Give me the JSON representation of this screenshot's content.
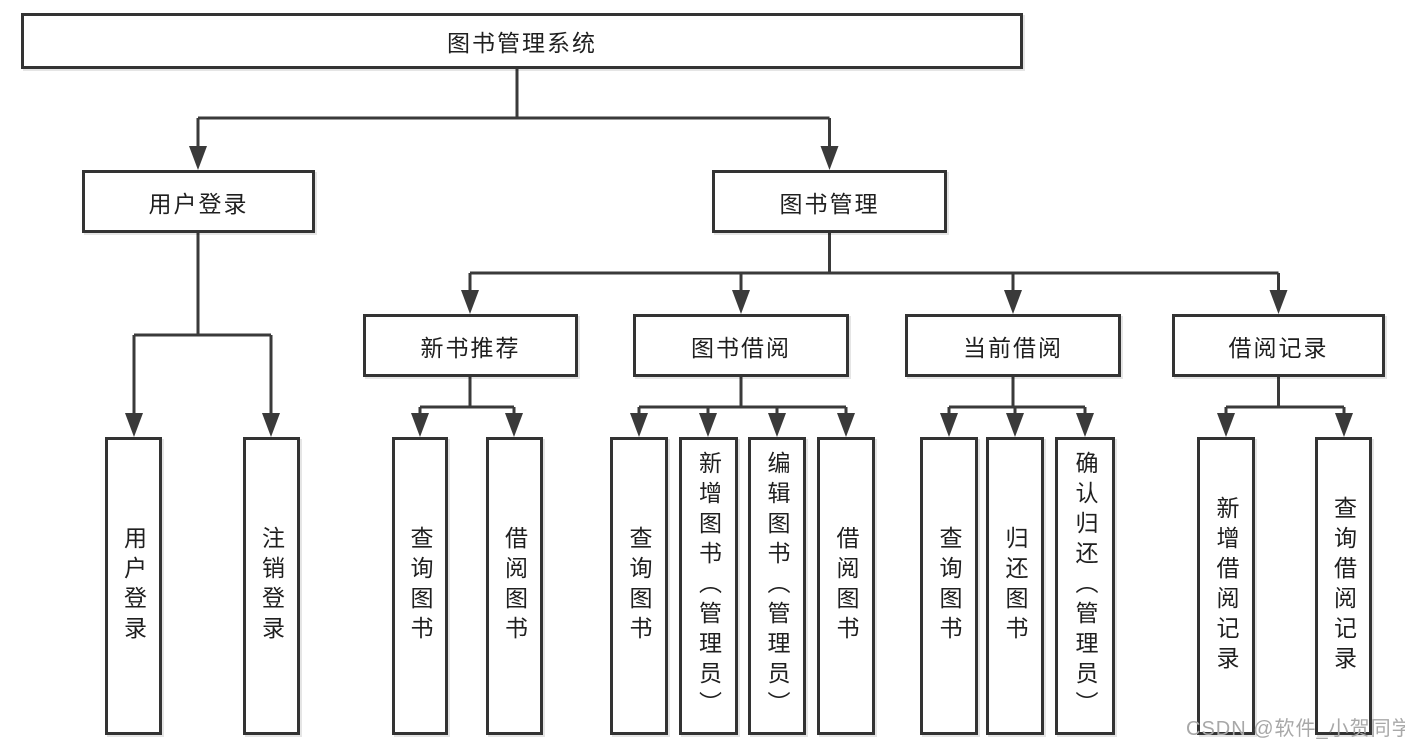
{
  "diagram_title": "图书管理系统",
  "nodes": {
    "root": {
      "label": "图书管理系统"
    },
    "user_login": {
      "label": "用户登录"
    },
    "book_mgmt": {
      "label": "图书管理"
    },
    "new_book_rec": {
      "label": "新书推荐"
    },
    "book_borrow": {
      "label": "图书借阅"
    },
    "current_borrow": {
      "label": "当前借阅"
    },
    "borrow_records": {
      "label": "借阅记录"
    },
    "leaf_user_login": {
      "label": "用户登录"
    },
    "leaf_logout": {
      "label": "注销登录"
    },
    "leaf_newbook_query": {
      "label": "查询图书"
    },
    "leaf_newbook_borrow": {
      "label": "借阅图书"
    },
    "leaf_borrow_query": {
      "label": "查询图书"
    },
    "leaf_borrow_add": {
      "label": "新增图书（管理员）"
    },
    "leaf_borrow_edit": {
      "label": "编辑图书（管理员）"
    },
    "leaf_borrow_borrow": {
      "label": "借阅图书"
    },
    "leaf_current_query": {
      "label": "查询图书"
    },
    "leaf_current_return": {
      "label": "归还图书"
    },
    "leaf_current_confirm": {
      "label": "确认归还（管理员）"
    },
    "leaf_records_add": {
      "label": "新增借阅记录"
    },
    "leaf_records_query": {
      "label": "查询借阅记录"
    }
  },
  "structure": [
    {
      "parent": "图书管理系统",
      "children": [
        "用户登录",
        "图书管理"
      ]
    },
    {
      "parent": "用户登录",
      "children": [
        "用户登录",
        "注销登录"
      ]
    },
    {
      "parent": "图书管理",
      "children": [
        "新书推荐",
        "图书借阅",
        "当前借阅",
        "借阅记录"
      ]
    },
    {
      "parent": "新书推荐",
      "children": [
        "查询图书",
        "借阅图书"
      ]
    },
    {
      "parent": "图书借阅",
      "children": [
        "查询图书",
        "新增图书（管理员）",
        "编辑图书（管理员）",
        "借阅图书"
      ]
    },
    {
      "parent": "当前借阅",
      "children": [
        "查询图书",
        "归还图书",
        "确认归还（管理员）"
      ]
    },
    {
      "parent": "借阅记录",
      "children": [
        "新增借阅记录",
        "查询借阅记录"
      ]
    }
  ],
  "watermark": {
    "text": "CSDN @软件_小贺同学",
    "color": "#a8a8a8"
  },
  "colors": {
    "line": "#3a3a3a",
    "box_border": "#333333",
    "text": "#1f1f1f",
    "background": "#ffffff"
  }
}
